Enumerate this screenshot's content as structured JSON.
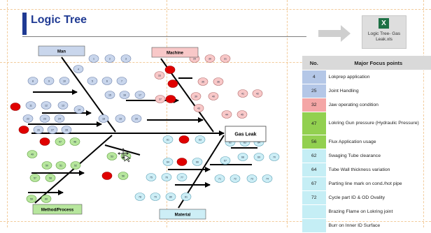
{
  "title": "Logic Tree",
  "effect": "Gas Leak",
  "categories": {
    "man": "Man",
    "machine": "Machine",
    "method": "Method/Process",
    "material": "Material"
  },
  "attachment": {
    "icon": "excel-file-icon",
    "label_line1": "Logic Tree- Gas",
    "label_line2": "Leak.xls"
  },
  "table": {
    "col_no": "No.",
    "col_focus": "Major Focus points",
    "rows": [
      {
        "no": "4",
        "text": "Lokprep application",
        "color": "#b4c7e7"
      },
      {
        "no": "25",
        "text": "Joint Handling",
        "color": "#b4c7e7"
      },
      {
        "no": "32",
        "text": "Jaw operating condition",
        "color": "#f4a6a6"
      },
      {
        "no": "47",
        "text": "Lokring Gun pressure (Hydraulic Pressure)",
        "color": "#92d050"
      },
      {
        "no": "56",
        "text": "Flux Application usage",
        "color": "#92d050"
      },
      {
        "no": "62",
        "text": "Swaging Tube  clearance",
        "color": "#c5eef5"
      },
      {
        "no": "64",
        "text": "Tube Wall thickness variation",
        "color": "#c5eef5"
      },
      {
        "no": "67",
        "text": "Parting line mark on cond./hot pipe",
        "color": "#c5eef5"
      },
      {
        "no": "72",
        "text": "Cycle part ID & OD Ovality",
        "color": "#c5eef5"
      },
      {
        "no": "",
        "text": "Brazing Flame on Lokring joint",
        "color": "#c5eef5"
      },
      {
        "no": "",
        "text": "Burr on Inner ID Surface",
        "color": "#c5eef5"
      }
    ]
  },
  "causes": {
    "man": [
      "1",
      "2",
      "3",
      "4",
      "5",
      "6",
      "7",
      "8",
      "9",
      "10",
      "11",
      "12",
      "13",
      "14",
      "15",
      "16",
      "17",
      "18",
      "19",
      "20",
      "21",
      "22",
      "23",
      "24",
      "25",
      "26",
      "27",
      "28"
    ],
    "machine": [
      "29",
      "30",
      "31",
      "32",
      "33",
      "34",
      "35",
      "36",
      "37",
      "38",
      "39",
      "40",
      "41",
      "42",
      "43",
      "44",
      "45"
    ],
    "method": [
      "46",
      "47",
      "48",
      "49",
      "50",
      "51",
      "52",
      "53",
      "54",
      "55",
      "56",
      "57",
      "58",
      "59",
      "60"
    ],
    "material": [
      "61",
      "62",
      "63",
      "64",
      "65",
      "66",
      "67",
      "68",
      "69",
      "70",
      "71",
      "72",
      "73",
      "74",
      "75",
      "76",
      "77",
      "78",
      "79",
      "80",
      "81",
      "82",
      "83",
      "84"
    ]
  },
  "colors": {
    "title": "#1f3a93",
    "man_fill": "#c9d6ec",
    "machine_fill": "#f8c8c8",
    "method_fill": "#b7e69d",
    "material_fill": "#cdeef6",
    "highlight": "#e00000"
  }
}
